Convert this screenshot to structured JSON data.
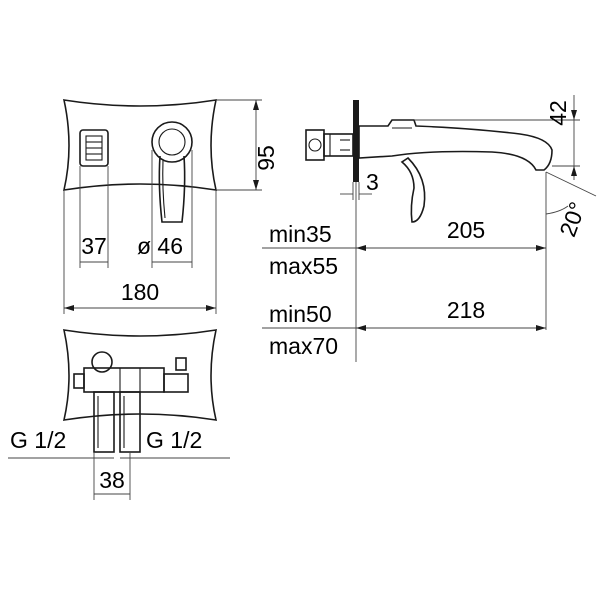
{
  "front_view": {
    "width": "180",
    "height": "95",
    "handle_offset": "37",
    "handle_diameter": "ø 46"
  },
  "side_view": {
    "spout_height": "42",
    "plate_thickness": "3",
    "spout_angle": "20°",
    "min_depth_1": "min35",
    "max_depth_1": "max55",
    "reach_1": "205",
    "min_depth_2": "min50",
    "max_depth_2": "max70",
    "reach_2": "218"
  },
  "rear_view": {
    "thread_left": "G 1/2",
    "thread_right": "G 1/2",
    "center_distance": "38"
  }
}
